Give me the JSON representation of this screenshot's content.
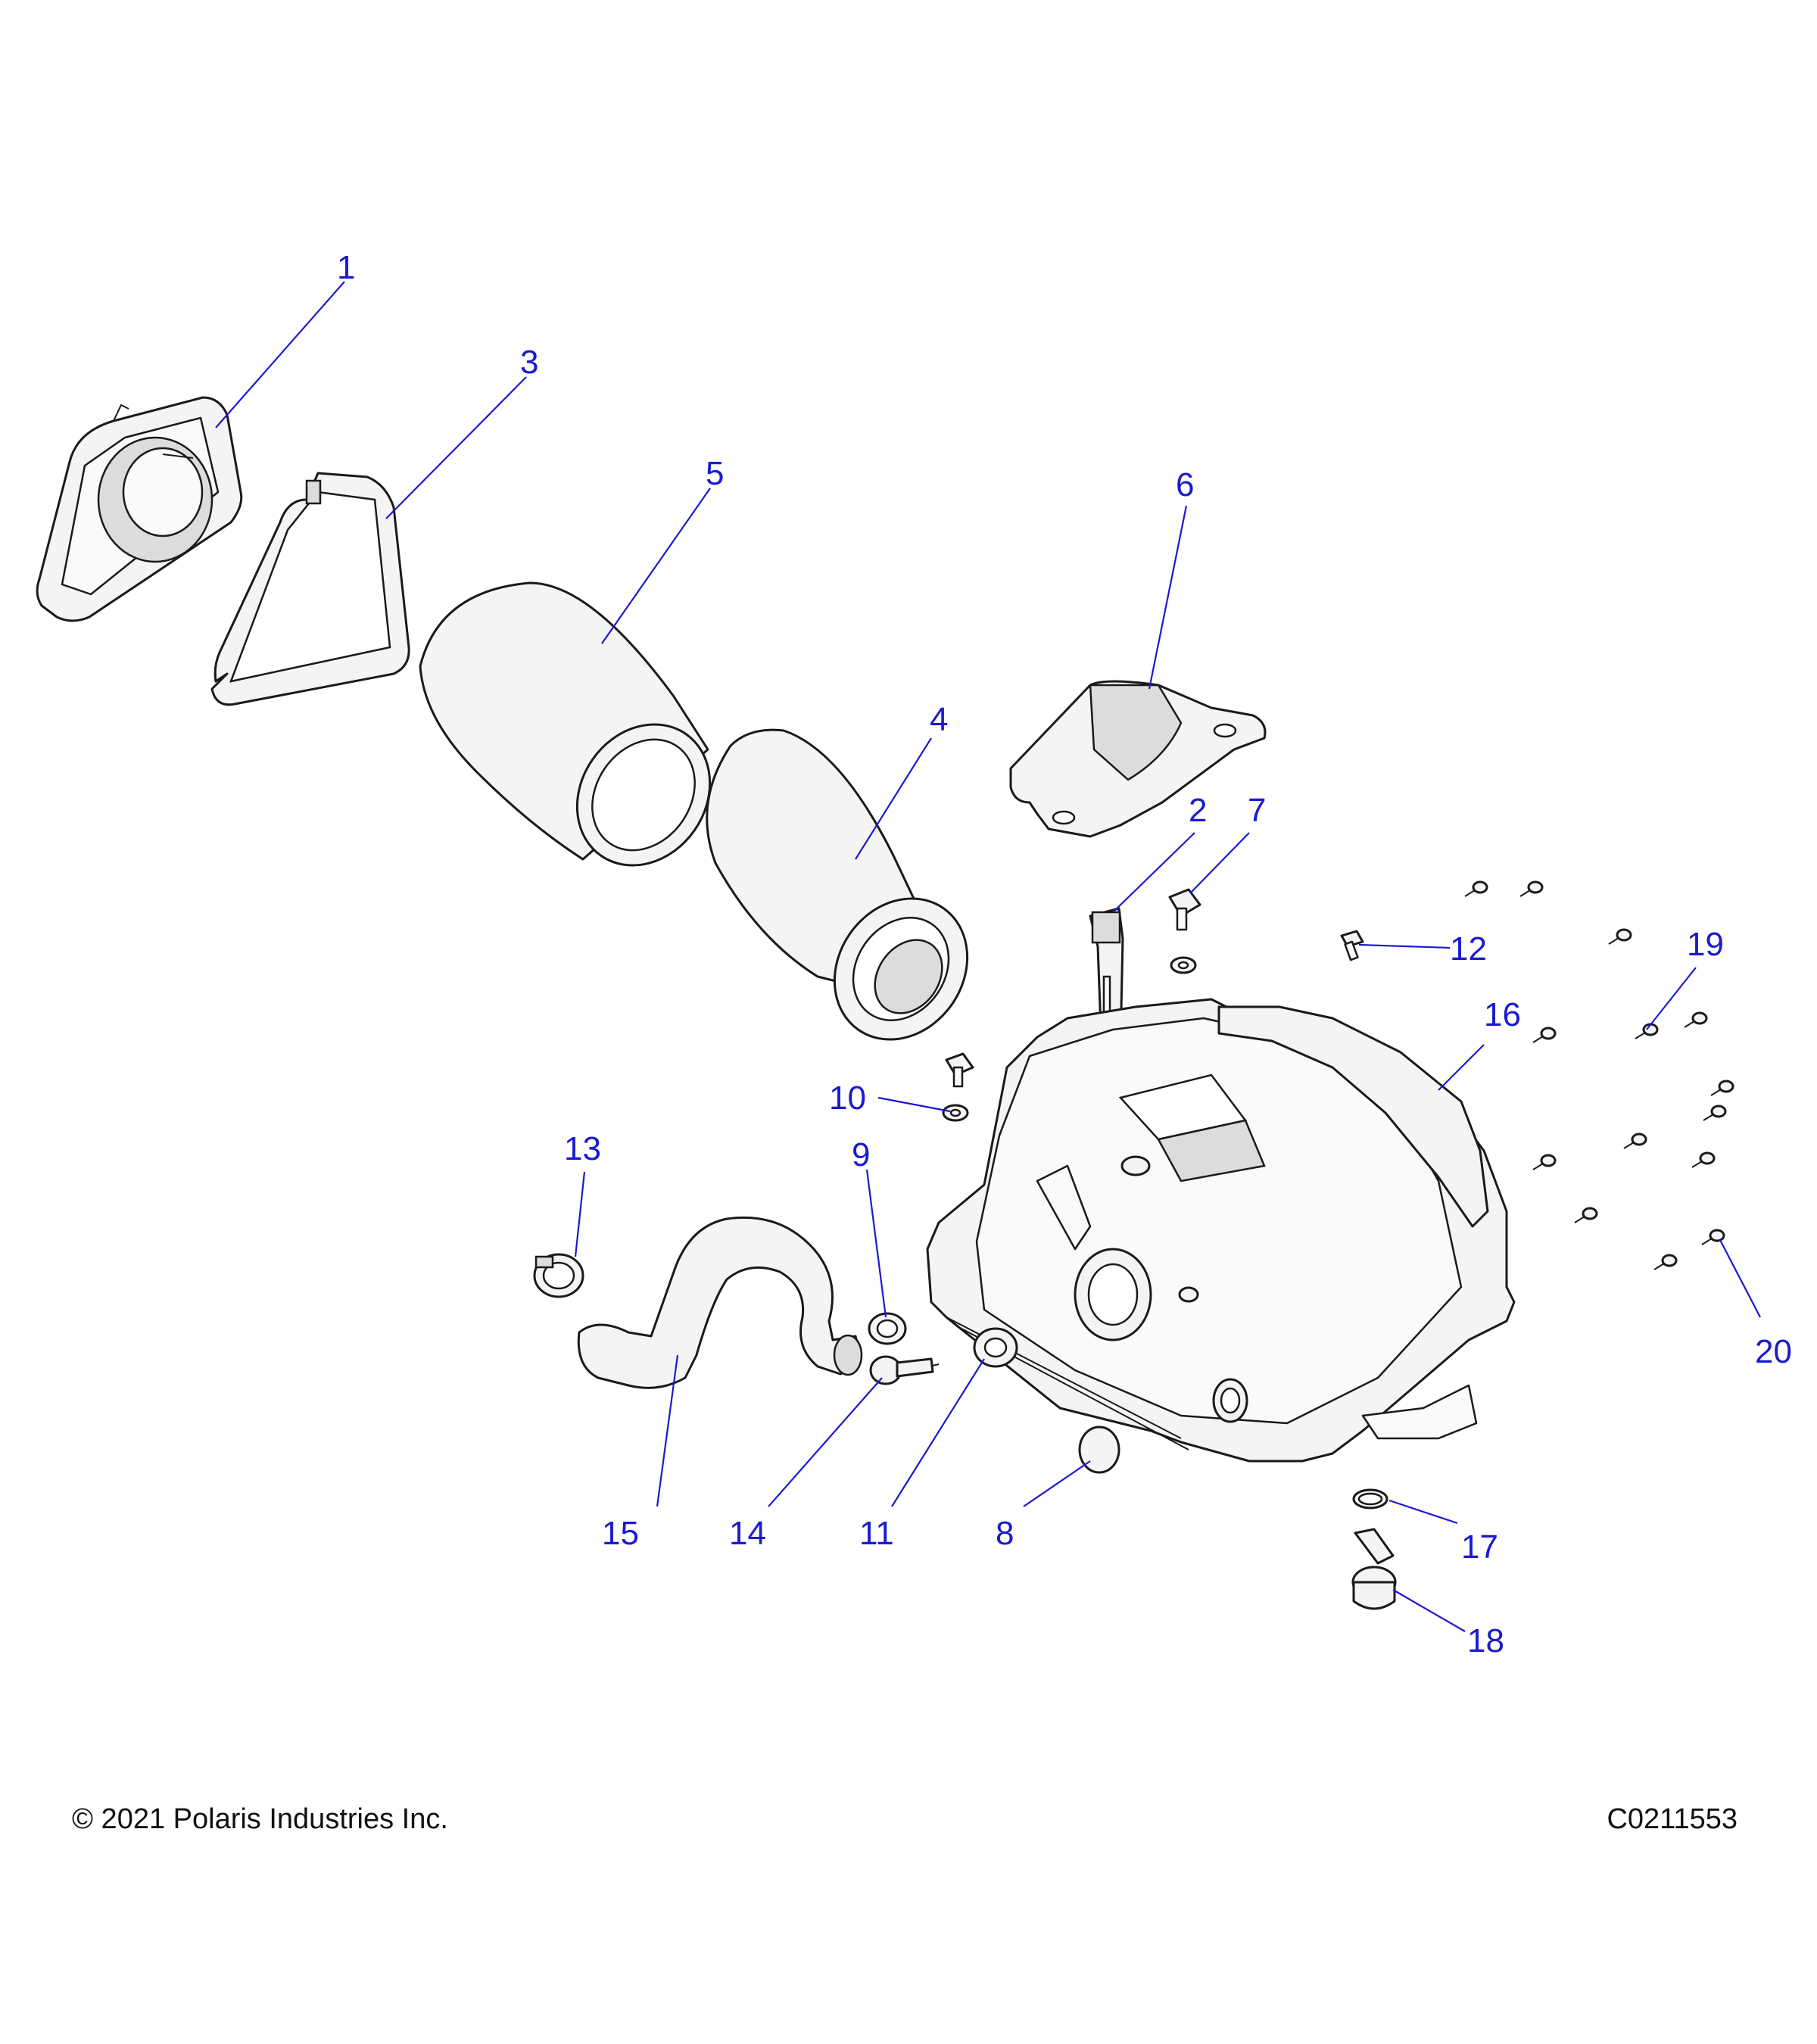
{
  "callouts": {
    "c1": "1",
    "c2": "2",
    "c3": "3",
    "c4": "4",
    "c5": "5",
    "c6": "6",
    "c7": "7",
    "c8": "8",
    "c9": "9",
    "c10": "10",
    "c11": "11",
    "c12": "12",
    "c13": "13",
    "c14": "14",
    "c15": "15",
    "c16": "16",
    "c17": "17",
    "c18": "18",
    "c19": "19",
    "c20": "20"
  },
  "footer": {
    "copyright": "© 2021 Polaris Industries Inc.",
    "drawing_number": "C0211553"
  },
  "colors": {
    "callout": "#1a1ad0",
    "line_art": "#1a1a1a"
  }
}
